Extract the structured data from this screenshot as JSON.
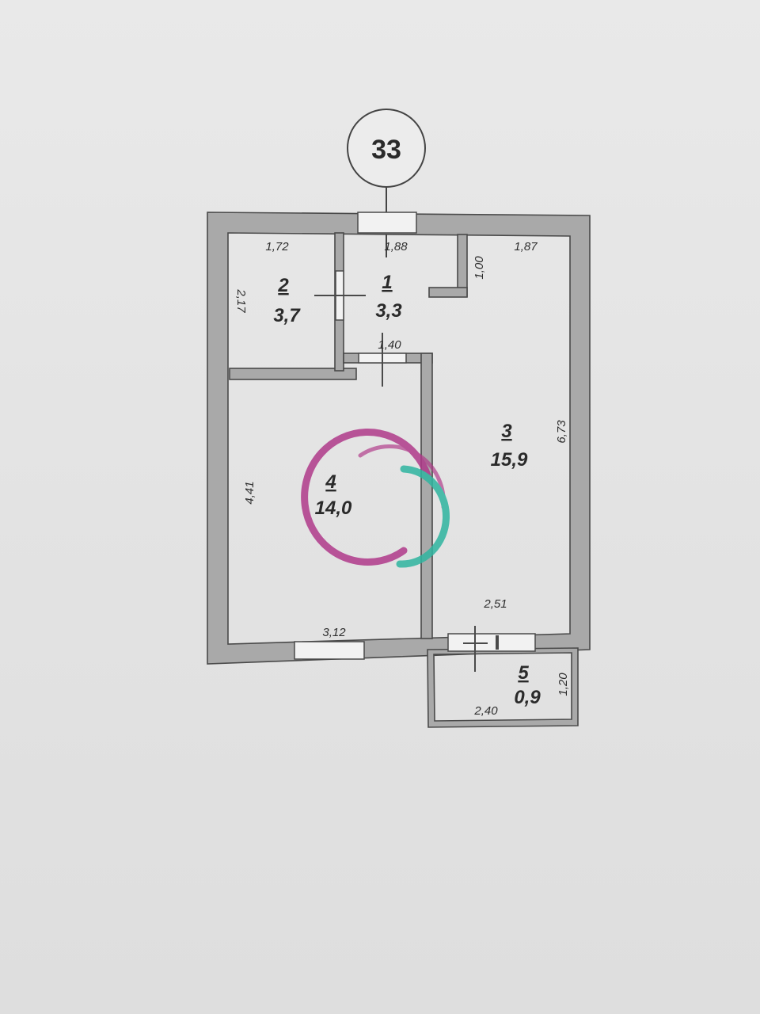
{
  "unit_number": "33",
  "rooms": [
    {
      "number": "1",
      "area": "3,3"
    },
    {
      "number": "2",
      "area": "3,7"
    },
    {
      "number": "3",
      "area": "15,9"
    },
    {
      "number": "4",
      "area": "14,0"
    },
    {
      "number": "5",
      "area": "0,9"
    }
  ],
  "dimensions": {
    "room2_width": "1,72",
    "room2_height": "2,17",
    "room1_width": "1,88",
    "room1_door": "1,40",
    "room3_width": "1,87",
    "room3_niche": "1,00",
    "room3_height": "6,73",
    "room4_height": "4,41",
    "room4_width": "3,12",
    "room3_bottom": "2,51",
    "room5_width": "2,40",
    "room5_height": "1,20"
  },
  "colors": {
    "wall_fill": "#a9a9a9",
    "watermark_pink": "#b03a8a",
    "watermark_teal": "#2fb5a0"
  }
}
